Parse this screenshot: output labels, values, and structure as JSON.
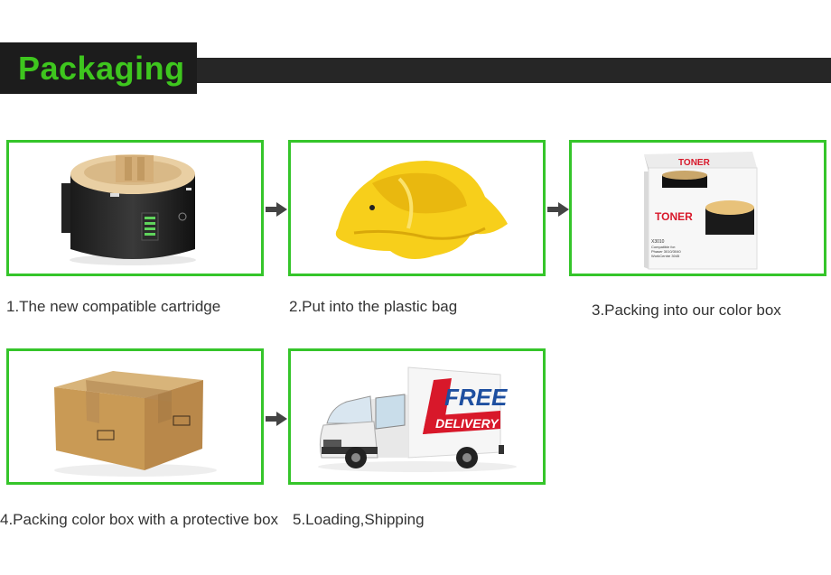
{
  "header": {
    "title": "Packaging"
  },
  "steps": [
    {
      "caption": "1.The new compatible cartridge",
      "icon": "toner-cartridge-icon"
    },
    {
      "caption": "2.Put into the plastic bag",
      "icon": "plastic-bag-icon"
    },
    {
      "caption": "3.Packing into our color box",
      "icon": "color-box-icon",
      "box_text": {
        "top_label": "TONER",
        "side_label": "TONER",
        "model": "X3010",
        "compat": "Compatible for:",
        "compat_line1": "Phaser 3010/3040",
        "compat_line2": "WorkCentre 3045"
      }
    },
    {
      "caption": "4.Packing color box with a protective box",
      "icon": "carton-box-icon"
    },
    {
      "caption": "5.Loading,Shipping",
      "icon": "delivery-truck-icon",
      "truck_text": {
        "line1": "FREE",
        "line2": "DELIVERY"
      }
    }
  ],
  "colors": {
    "frame_border": "#35c52a",
    "title_green": "#3ec61e",
    "header_dark": "#262626",
    "delivery_red": "#d8182a"
  }
}
